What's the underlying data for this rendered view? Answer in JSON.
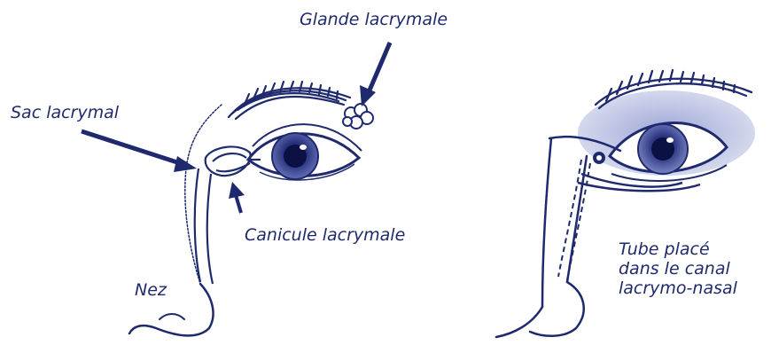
{
  "labels": {
    "glande": "Glande lacrymale",
    "sac": "Sac lacrymal",
    "canicule": "Canicule lacrymale",
    "nez": "Nez",
    "tube": [
      "Tube placé",
      "dans le canal",
      "lacrymo-nasal"
    ]
  },
  "colors": {
    "ink": "#1f2a6e",
    "shade": "#a9b1d8",
    "iris": "#2a3580"
  }
}
